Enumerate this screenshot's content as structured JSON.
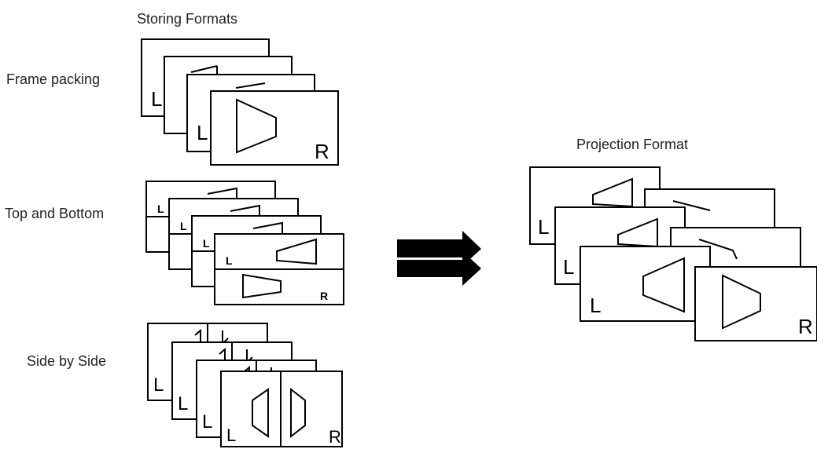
{
  "labels": {
    "storing_title": "Storing Formats",
    "projection_title": "Projection Format",
    "frame_packing": "Frame packing",
    "top_bottom": "Top and Bottom",
    "side_by_side": "Side by Side"
  },
  "eyes": {
    "left": "L",
    "right": "R"
  },
  "arrow_color": "#000000"
}
